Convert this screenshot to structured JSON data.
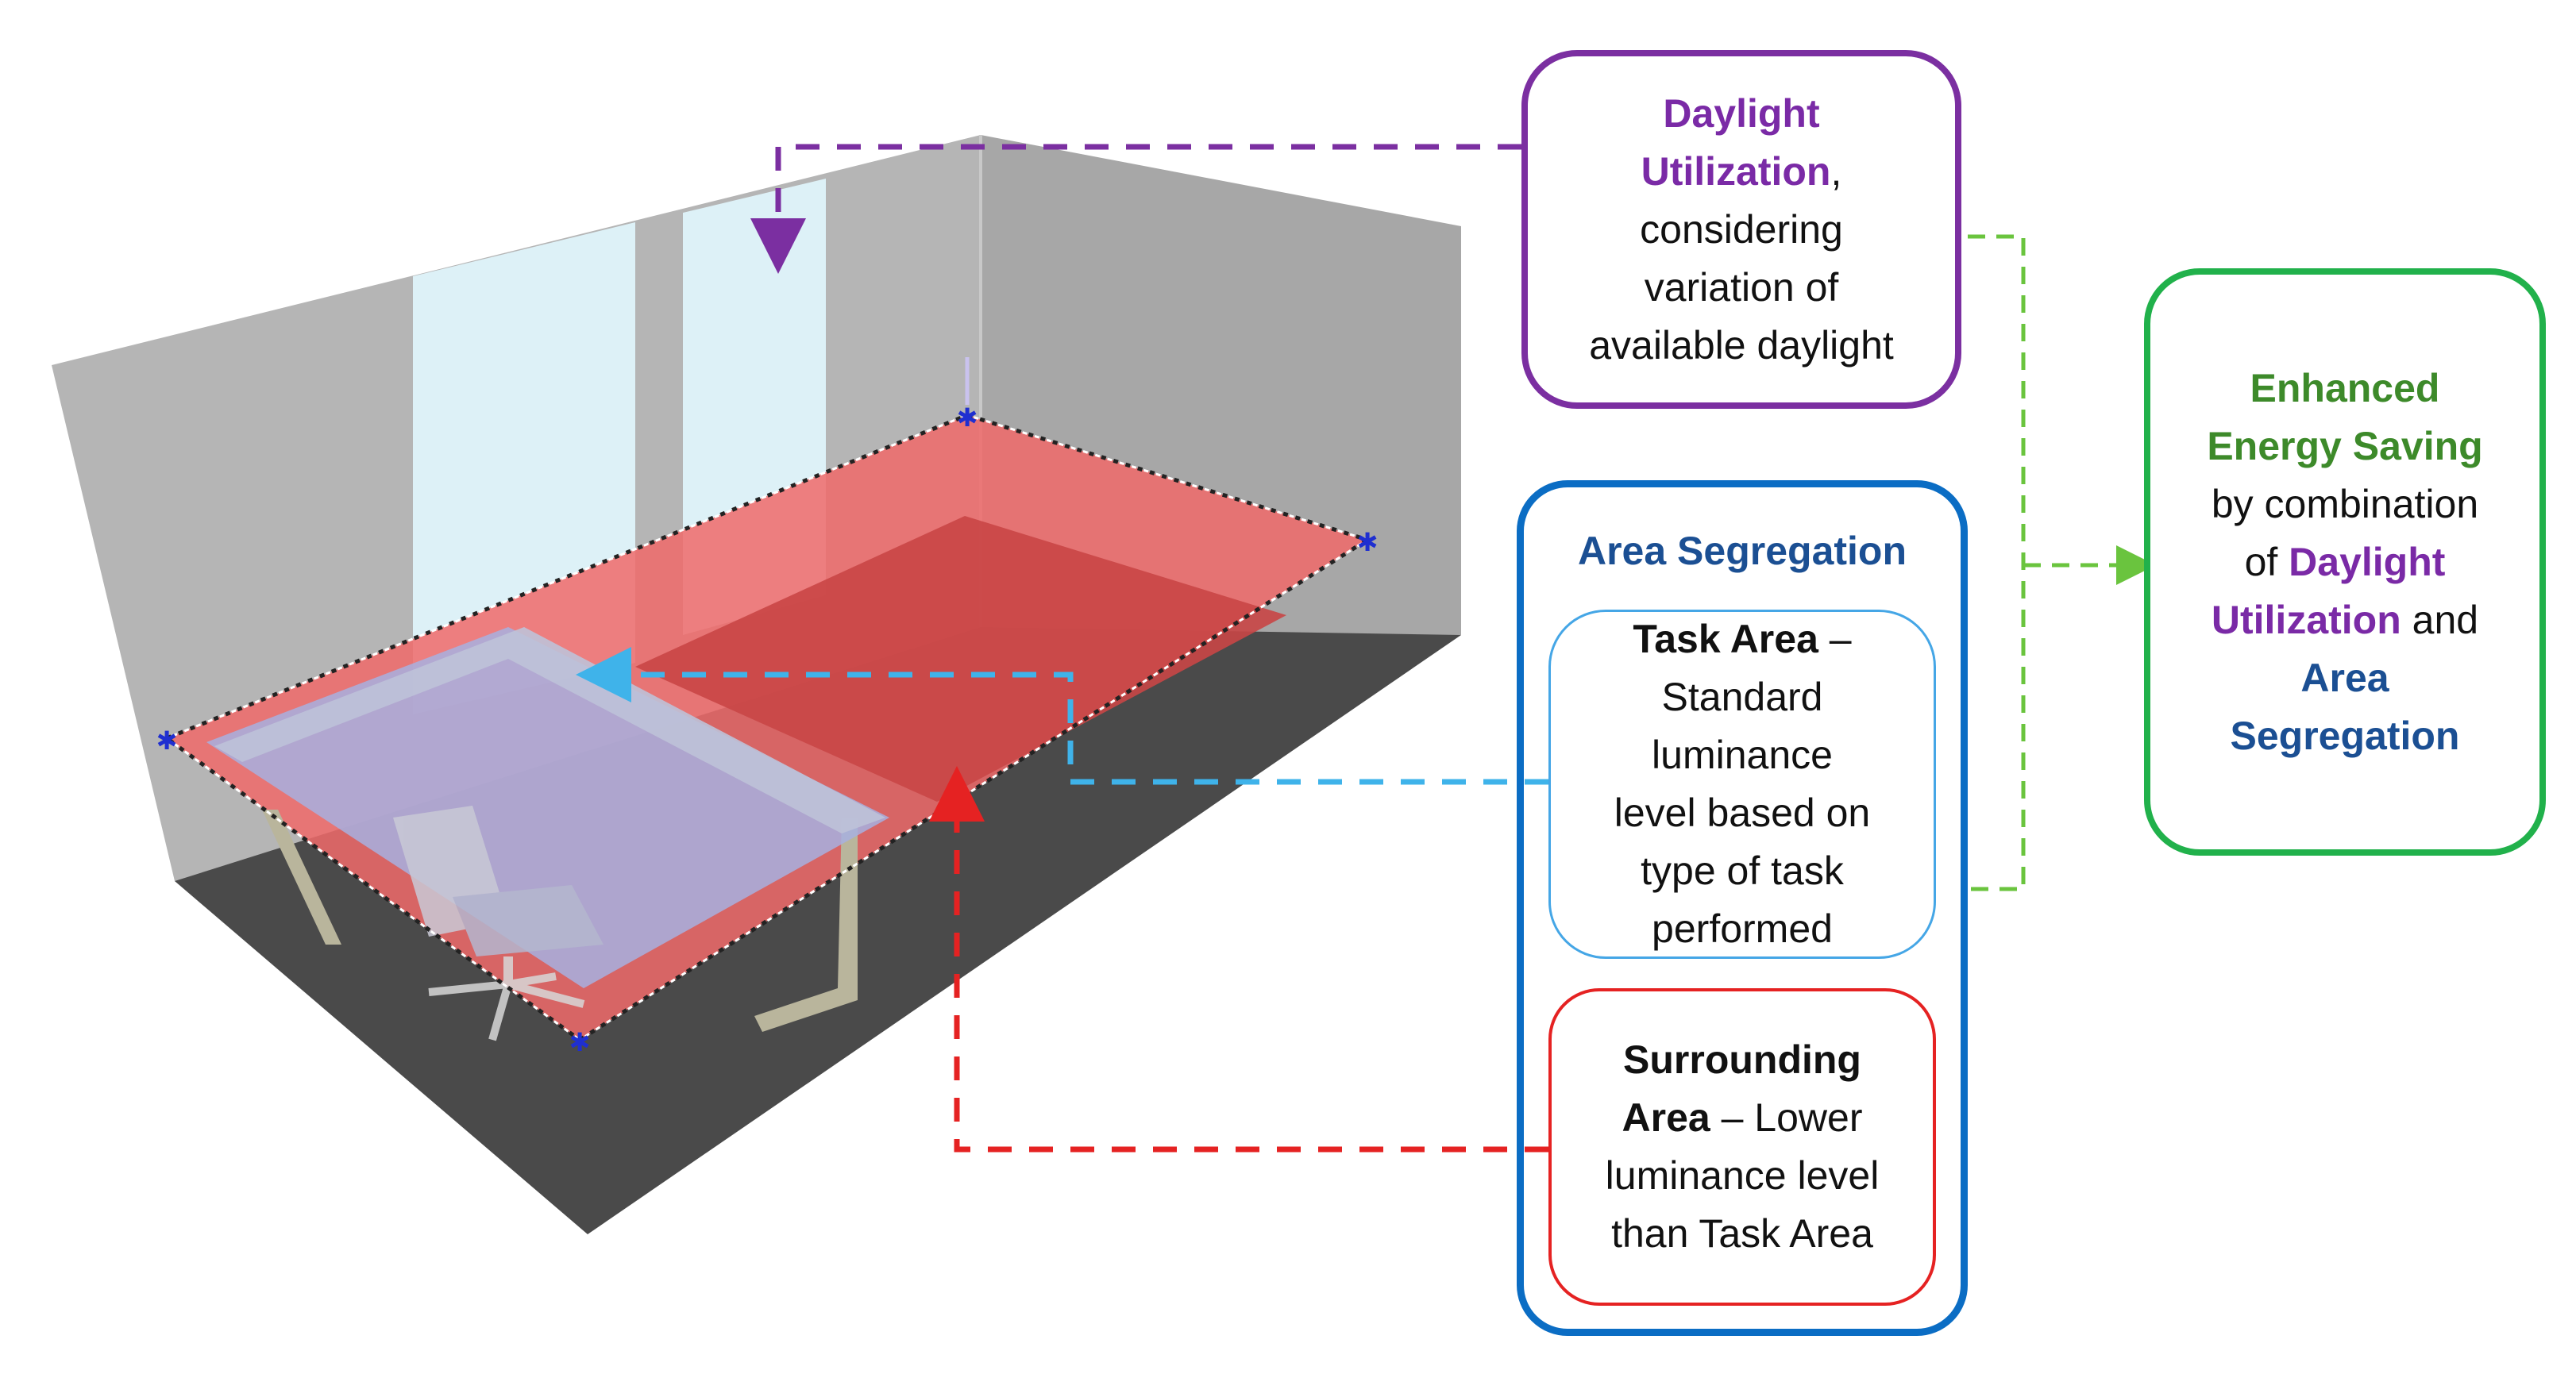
{
  "daylight_box": {
    "line1": "Daylight",
    "line2_bold": "Utilization",
    "line2_rest": ",",
    "line3": "considering",
    "line4": "variation of",
    "line5": "available daylight"
  },
  "area_box": {
    "title": "Area Segregation"
  },
  "task_box": {
    "title": "Task Area",
    "dash": " –",
    "line2": "Standard",
    "line3": "luminance",
    "line4": "level based on",
    "line5": "type of task",
    "line6": "performed"
  },
  "surround_box": {
    "line1": "Surrounding",
    "line2_bold": "Area",
    "line2_rest": " – Lower",
    "line3": "luminance level",
    "line4": "than Task Area"
  },
  "energy_box": {
    "line1": "Enhanced",
    "line2": "Energy Saving",
    "line3": "by combination",
    "line4_pre": "of ",
    "line4_bold": "Daylight",
    "line5_bold": "Utilization",
    "line5_rest": " and",
    "line6": "Area",
    "line7": "Segregation"
  },
  "colors": {
    "purple": "#7b2fa1",
    "green": "#21b14b",
    "blue": "#0b6dc4",
    "light_blue": "#3fb3ea",
    "red": "#e52222",
    "task_overlay": "#a7b0e0",
    "surround_overlay": "#f06a6a"
  }
}
